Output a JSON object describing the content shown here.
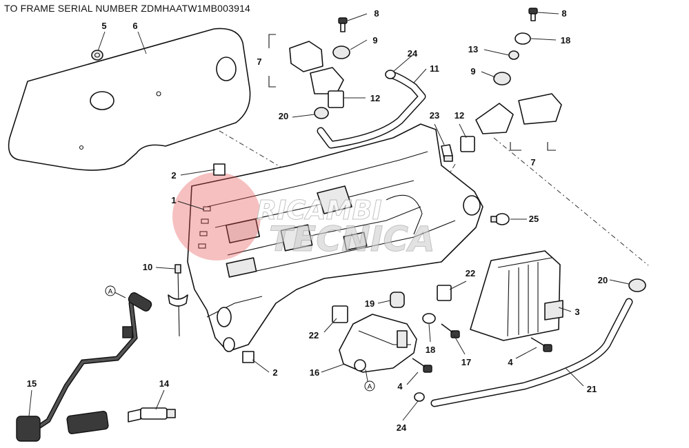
{
  "header": {
    "title": "TO FRAME SERIAL NUMBER ZDMHAATW1MB003914"
  },
  "watermark": {
    "line1": "RICAMBI",
    "line2": "TECNICA",
    "color": "#e85050"
  },
  "detail_marker": "A",
  "callouts": {
    "c5": "5",
    "c6": "6",
    "c8a": "8",
    "c9a": "9",
    "c7a": "7",
    "c24a": "24",
    "c11": "11",
    "c12a": "12",
    "c20a": "20",
    "c8b": "8",
    "c18a": "18",
    "c13": "13",
    "c9b": "9",
    "c23": "23",
    "c12b": "12",
    "c7b": "7",
    "c2a": "2",
    "c1": "1",
    "c25": "25",
    "c10": "10",
    "c22a": "22",
    "c20b": "20",
    "c19": "19",
    "c3": "3",
    "c22b": "22",
    "c18b": "18",
    "c17": "17",
    "c4a": "4",
    "c2b": "2",
    "c16": "16",
    "c15": "15",
    "c14": "14",
    "c4b": "4",
    "c21": "21",
    "c24b": "24"
  }
}
